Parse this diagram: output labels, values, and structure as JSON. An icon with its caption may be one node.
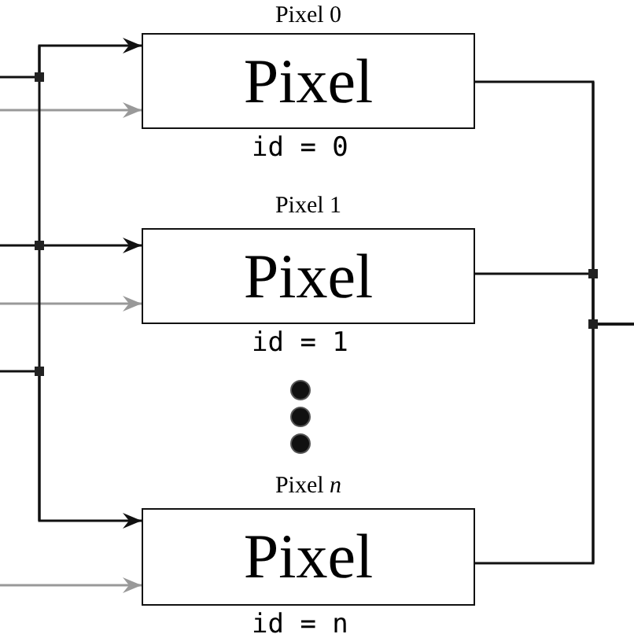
{
  "diagram": {
    "nodes": [
      {
        "text": [
          "Pixel 0",
          "Pixel"
        ],
        "beside": [
          "id = 0"
        ]
      },
      {
        "text": [
          "Pixel 1",
          "Pixel"
        ],
        "beside": [
          "id = 1"
        ]
      },
      {
        "text": [
          "Pixel *n*",
          "Pixel"
        ],
        "beside": [
          "id = n"
        ]
      }
    ],
    "edges": [
      {
        "from": null,
        "to": 0,
        "arrow": "to"
      },
      {
        "from": null,
        "to": 0,
        "arrow": "to",
        "color": "#999999"
      },
      {
        "from": null,
        "to": 1,
        "arrow": "to"
      },
      {
        "from": null,
        "to": 1,
        "arrow": "to",
        "color": "#999999"
      },
      {
        "from": null,
        "to": 2,
        "arrow": "to"
      },
      {
        "from": null,
        "to": 2,
        "arrow": "to",
        "color": "#999999"
      },
      {
        "from": 0,
        "to": null,
        "arrow": "none"
      },
      {
        "from": 1,
        "to": null,
        "arrow": "none"
      },
      {
        "from": 2,
        "to": null,
        "arrow": "none"
      }
    ]
  }
}
